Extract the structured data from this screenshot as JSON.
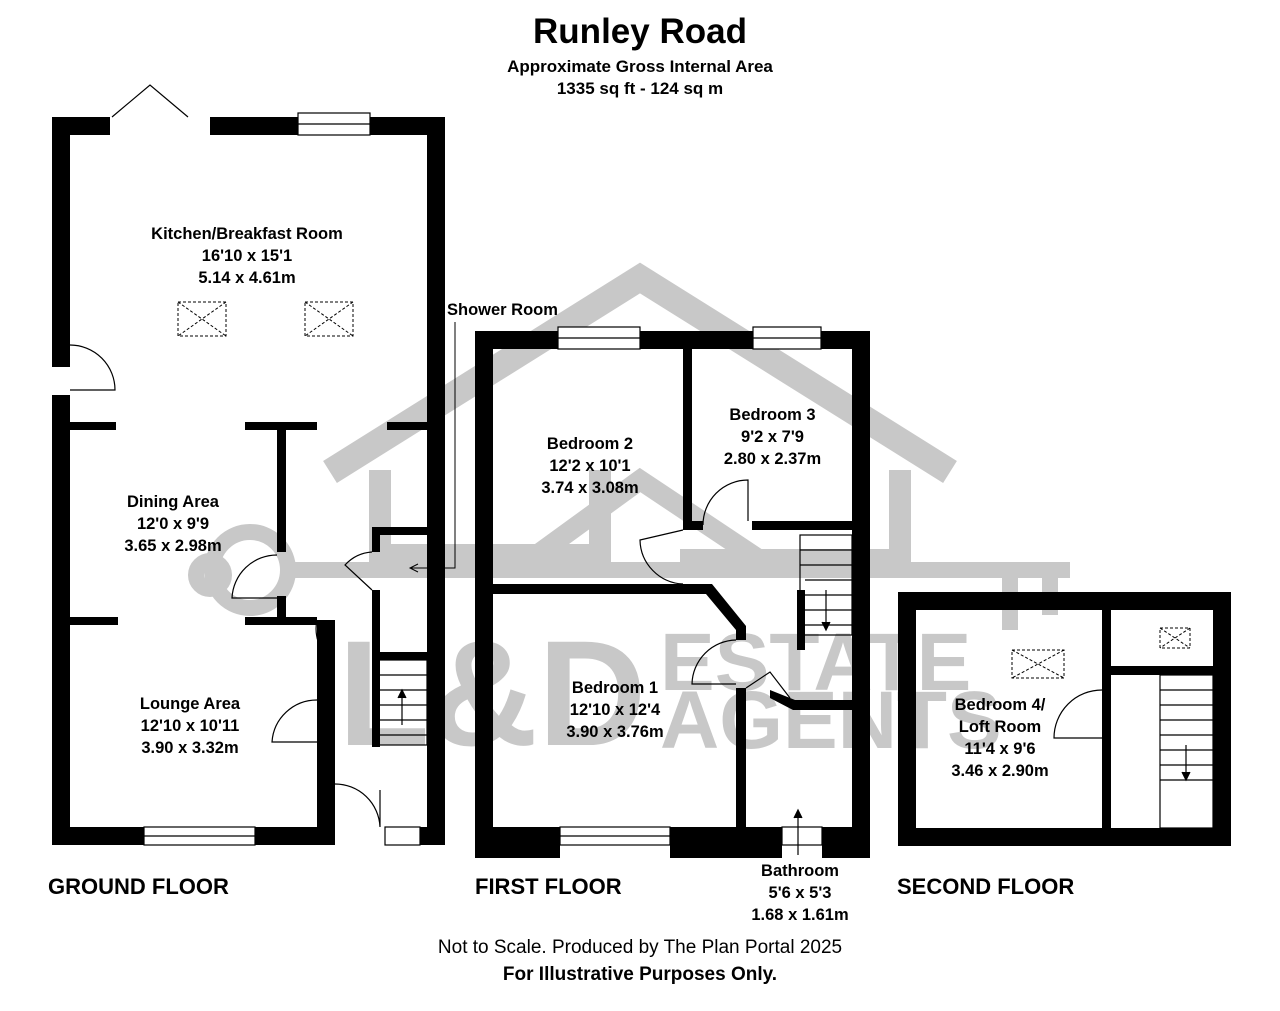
{
  "header": {
    "title": "Runley Road",
    "subtitle": "Approximate Gross Internal Area",
    "area": "1335 sq ft - 124 sq m"
  },
  "rooms": {
    "kitchen": {
      "name": "Kitchen/Breakfast Room",
      "imperial": "16'10 x 15'1",
      "metric": "5.14 x 4.61m"
    },
    "dining": {
      "name": "Dining Area",
      "imperial": "12'0 x 9'9",
      "metric": "3.65 x 2.98m"
    },
    "lounge": {
      "name": "Lounge Area",
      "imperial": "12'10 x 10'11",
      "metric": "3.90 x 3.32m"
    },
    "shower": {
      "name": "Shower Room"
    },
    "bedroom2": {
      "name": "Bedroom 2",
      "imperial": "12'2 x 10'1",
      "metric": "3.74 x 3.08m"
    },
    "bedroom3": {
      "name": "Bedroom 3",
      "imperial": "9'2 x 7'9",
      "metric": "2.80 x 2.37m"
    },
    "bedroom1": {
      "name": "Bedroom 1",
      "imperial": "12'10 x 12'4",
      "metric": "3.90 x 3.76m"
    },
    "bathroom": {
      "name": "Bathroom",
      "imperial": "5'6 x 5'3",
      "metric": "1.68 x 1.61m"
    },
    "bedroom4": {
      "name": "Bedroom 4/",
      "name2": "Loft Room",
      "imperial": "11'4 x 9'6",
      "metric": "3.46 x 2.90m"
    }
  },
  "floors": {
    "ground": "GROUND FLOOR",
    "first": "FIRST FLOOR",
    "second": "SECOND FLOOR"
  },
  "watermark": {
    "brand": "L&D",
    "line1": "ESTATE",
    "line2": "AGENTS"
  },
  "footer": {
    "line1": "Not to Scale. Produced by The Plan Portal 2025",
    "line2": "For Illustrative Purposes Only."
  },
  "colors": {
    "wall": "#000000",
    "watermark": "#c8c8c8"
  }
}
